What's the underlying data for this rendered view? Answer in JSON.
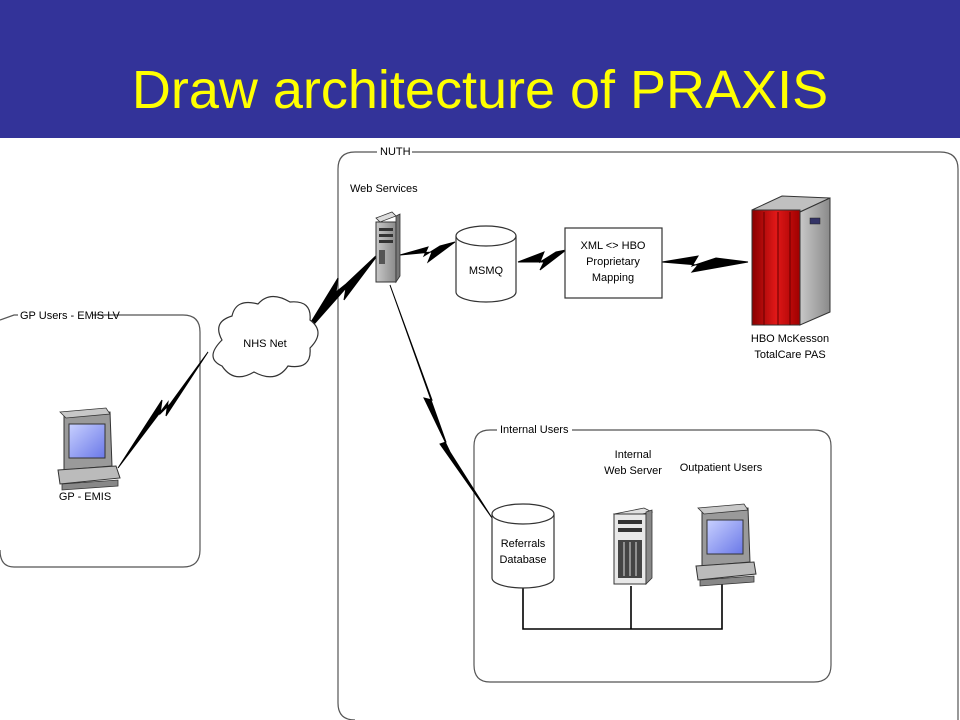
{
  "slide": {
    "title": "Draw architecture of PRAXIS",
    "colors": {
      "title_bar": "#333399",
      "title_text": "#ffff00",
      "pas_red": "#cc1111"
    }
  },
  "groups": {
    "gp_users": "GP Users - EMIS LV",
    "nuth": "NUTH",
    "internal_users": "Internal Users"
  },
  "nodes": {
    "gp_emis": "GP - EMIS",
    "nhs_net": "NHS Net",
    "web_services": "Web Services",
    "msmq": "MSMQ",
    "mapping": [
      "XML <> HBO",
      "Proprietary",
      "Mapping"
    ],
    "pas": [
      "HBO McKesson",
      "TotalCare PAS"
    ],
    "internal_web_server": [
      "Internal",
      "Web Server"
    ],
    "outpatient_users": "Outpatient Users",
    "referrals_db": [
      "Referrals",
      "Database"
    ]
  },
  "icons": [
    "desktop-computer-icon",
    "cloud-icon",
    "server-icon",
    "database-icon",
    "mainframe-icon",
    "network-link-icon"
  ]
}
